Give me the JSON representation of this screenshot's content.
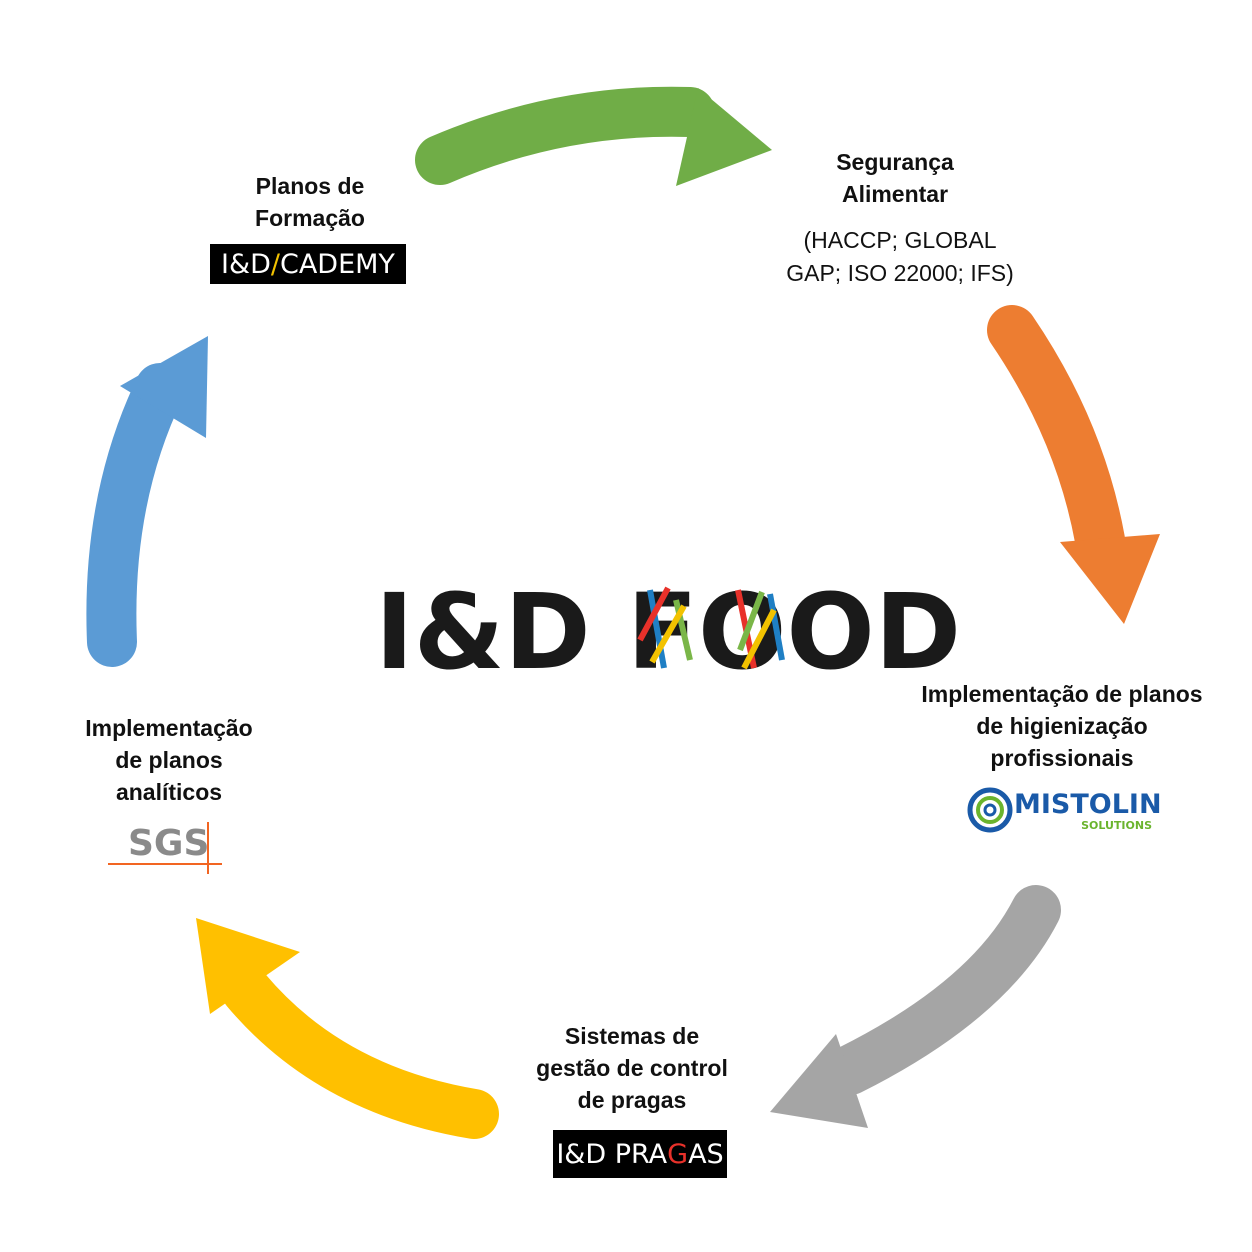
{
  "center_logo": {
    "text": "I&D FOOD"
  },
  "nodes": [
    {
      "id": "formacao",
      "title": "Planos de\nFormação",
      "logo": {
        "pre": "I&D ",
        "accent": "/",
        "post": "CADEMY"
      }
    },
    {
      "id": "seguranca",
      "title": "Segurança\nAlimentar",
      "detail": "(HACCP; GLOBAL\nGAP; ISO 22000; IFS)"
    },
    {
      "id": "higienizacao",
      "title": "Implementação de planos\nde higienização\nprofissionais",
      "logo": {
        "name": "MISTOLIN",
        "sub": "SOLUTIONS"
      }
    },
    {
      "id": "pragas",
      "title": "Sistemas de\ngestão de control\nde pragas",
      "logo": {
        "pre": "I&D PRA",
        "accent": "G",
        "post": "AS"
      }
    },
    {
      "id": "analiticos",
      "title": "Implementação\nde planos\nanalíticos",
      "logo": {
        "name": "SGS"
      }
    }
  ],
  "arrows": [
    {
      "from": "formacao",
      "to": "seguranca",
      "color": "#70ad47"
    },
    {
      "from": "seguranca",
      "to": "higienizacao",
      "color": "#ed7d31"
    },
    {
      "from": "higienizacao",
      "to": "pragas",
      "color": "#a5a5a5"
    },
    {
      "from": "pragas",
      "to": "analiticos",
      "color": "#ffc000"
    },
    {
      "from": "analiticos",
      "to": "formacao",
      "color": "#5b9bd5"
    }
  ]
}
